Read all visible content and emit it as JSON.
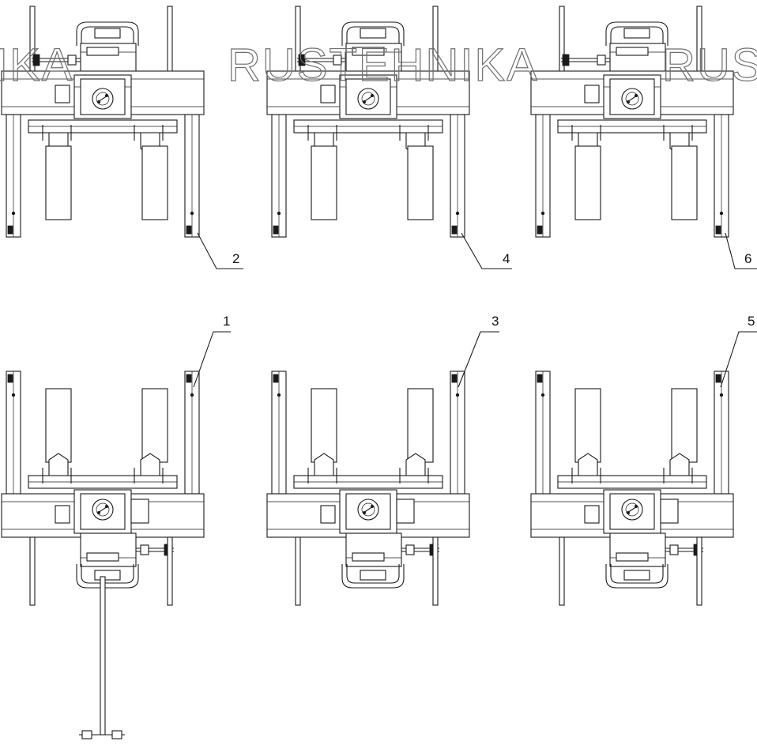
{
  "watermark": {
    "left": "IKA",
    "center": "RUSTEHNIKA",
    "right": "RUS"
  },
  "callouts": {
    "c1": "1",
    "c2": "2",
    "c3": "3",
    "c4": "4",
    "c5": "5",
    "c6": "6"
  },
  "colors": {
    "line": "#1a1a1a",
    "watermark": "#6e6e6e",
    "background": "#ffffff"
  }
}
